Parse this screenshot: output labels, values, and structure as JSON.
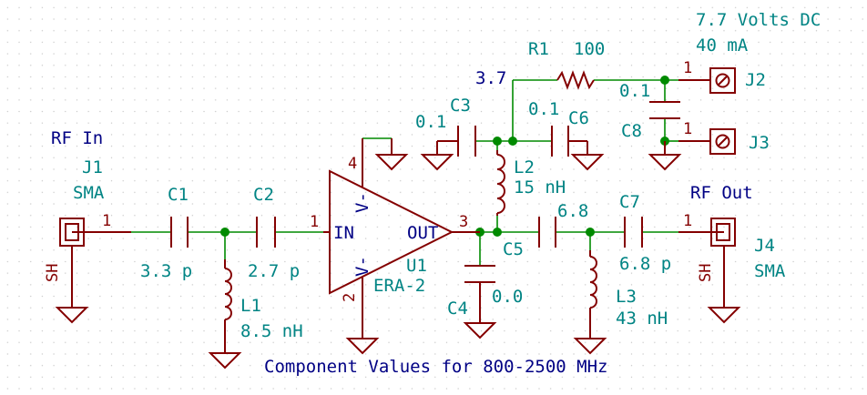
{
  "title": "Component Values for 800-2500 MHz",
  "power": {
    "voltage": "7.7 Volts DC",
    "current": "40 mA"
  },
  "labels": {
    "rf_in": "RF In",
    "rf_out": "RF Out",
    "node_vcc": "3.7",
    "node_out": "6.8"
  },
  "connectors": {
    "j1": {
      "ref": "J1",
      "value": "SMA",
      "pin": "1",
      "shield": "SH"
    },
    "j4": {
      "ref": "J4",
      "value": "SMA",
      "pin": "1",
      "shield": "SH"
    },
    "j2": {
      "ref": "J2",
      "pin": "1"
    },
    "j3": {
      "ref": "J3",
      "pin": "1"
    }
  },
  "components": {
    "c1": {
      "ref": "C1",
      "value": "3.3 p"
    },
    "c2": {
      "ref": "C2",
      "value": "2.7 p"
    },
    "c3": {
      "ref": "C3",
      "value": "0.1"
    },
    "c4": {
      "ref": "C4",
      "value": "0.0"
    },
    "c5": {
      "ref": "C5",
      "value": "6.8"
    },
    "c6": {
      "ref": "C6",
      "value": "0.1"
    },
    "c7": {
      "ref": "C7",
      "value": "6.8 p"
    },
    "c8": {
      "ref": "C8",
      "value": "0.1"
    },
    "l1": {
      "ref": "L1",
      "value": "8.5 nH"
    },
    "l2": {
      "ref": "L2",
      "value": "15 nH"
    },
    "l3": {
      "ref": "L3",
      "value": "43 nH"
    },
    "r1": {
      "ref": "R1",
      "value": "100"
    },
    "u1": {
      "ref": "U1",
      "value": "ERA-2",
      "pin_in": "IN",
      "pin_out": "OUT",
      "pin_vplus": "V-",
      "pin_vminus": "V-",
      "pin1": "1",
      "pin2": "2",
      "pin3": "3",
      "pin4": "4"
    }
  }
}
